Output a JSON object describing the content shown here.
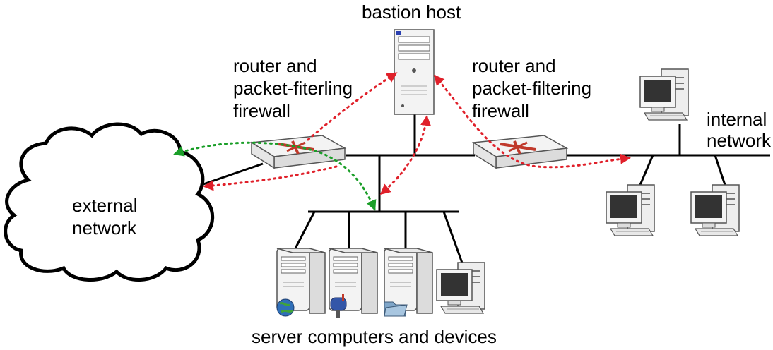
{
  "labels": {
    "bastion_host": "bastion host",
    "router_left_line1": "router and",
    "router_left_line2": "packet-fiterling",
    "router_left_line3": "firewall",
    "router_right_line1": "router and",
    "router_right_line2": "packet-filtering",
    "router_right_line3": "firewall",
    "internal_line1": "internal",
    "internal_line2": "network",
    "external_line1": "external",
    "external_line2": "network",
    "servers": "server computers and devices"
  },
  "colors": {
    "traffic_red": "#e0202a",
    "traffic_green": "#1a9e28",
    "device_fill": "#f2f2f2",
    "screen": "#333333"
  },
  "icons": [
    "cloud-icon",
    "router-icon",
    "tower-server-icon",
    "desktop-computer-icon",
    "globe-icon",
    "mailbox-icon",
    "folder-icon"
  ]
}
